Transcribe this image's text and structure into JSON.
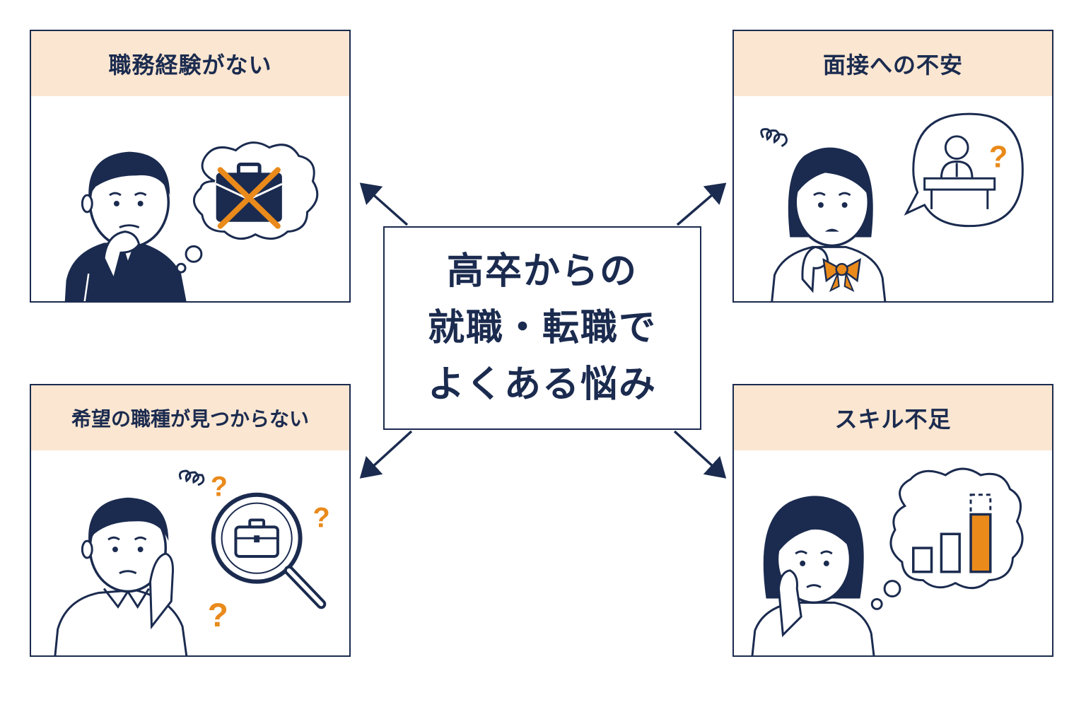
{
  "center": {
    "lines": [
      "高卒からの",
      "就職・転職で",
      "よくある悩み"
    ]
  },
  "panels": {
    "top_left": {
      "title": "職務経験がない"
    },
    "top_right": {
      "title": "面接への不安"
    },
    "bottom_left": {
      "title": "希望の職種が見つからない"
    },
    "bottom_right": {
      "title": "スキル不足"
    }
  },
  "colors": {
    "navy": "#1b2b4f",
    "orange": "#e98a1b",
    "header_bg": "#fbe6d1",
    "skin": "#ffffff"
  },
  "icons": [
    "briefcase-icon",
    "cross-mark-icon",
    "interviewer-icon",
    "question-mark-icon",
    "magnifier-icon",
    "bar-chart-icon",
    "confusion-scribble-icon"
  ]
}
